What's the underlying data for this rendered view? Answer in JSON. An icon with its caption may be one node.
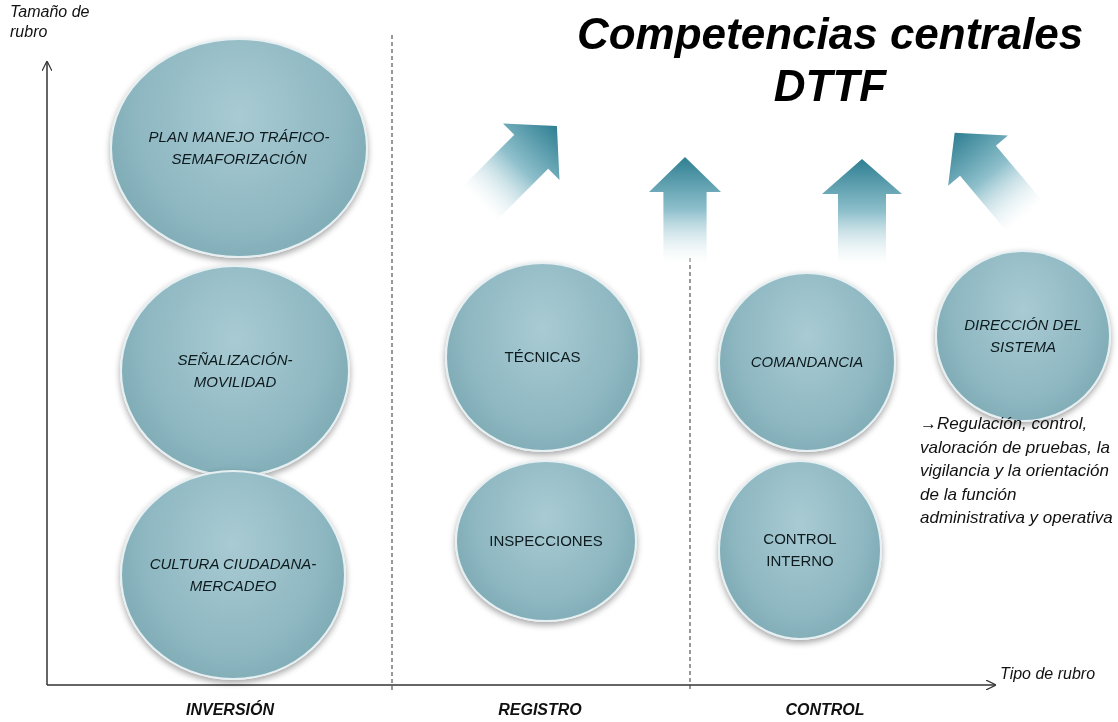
{
  "diagram": {
    "title": "Competencias centrales DTTF",
    "nodes": [
      {
        "text": [
          "PLAN MANEJO TRÁFICO-SEMAFORIZACIÓN"
        ]
      },
      {
        "text": [
          "SEÑALIZACIÓN-MOVILIDAD"
        ]
      },
      {
        "text": [
          "CULTURA CIUDADANA-MERCADEO"
        ]
      },
      {
        "text": [
          "TÉCNICAS"
        ]
      },
      {
        "text": [
          "INSPECCIONES"
        ]
      },
      {
        "text": [
          "COMANDANCIA"
        ]
      },
      {
        "text": [
          "CONTROL INTERNO"
        ]
      },
      {
        "text": [
          "DIRECCIÓN DEL SISTEMA"
        ],
        "beside": [
          "→Regulación, control, valoración de pruebas, la vigilancia y la orientación de la función administrativa y operativa"
        ]
      }
    ],
    "labels": [
      "Tamaño de rubro",
      "Tipo de rubro",
      "INVERSIÓN",
      "REGISTRO",
      "CONTROL"
    ]
  }
}
